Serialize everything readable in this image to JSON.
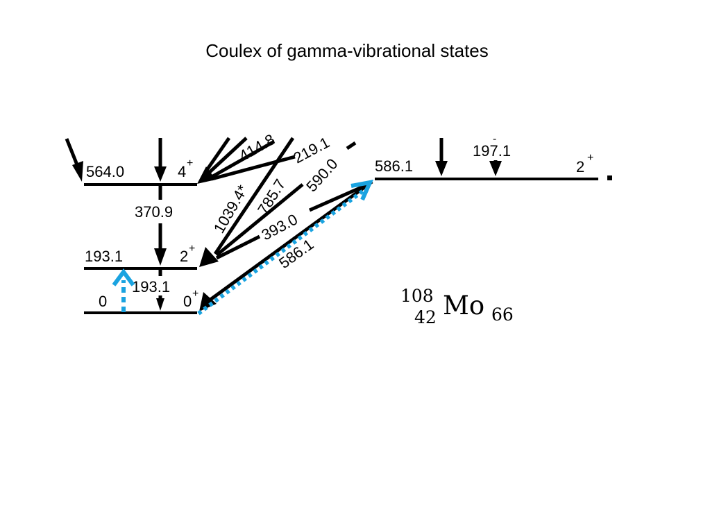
{
  "title": "Coulex of gamma-vibrational states",
  "nucleus": {
    "mass_number": "108",
    "atomic_number": "42",
    "symbol": "Mo",
    "neutron_number": "66"
  },
  "levels": {
    "gs_energy": "0",
    "gs_spin": "0",
    "gs_parity": "+",
    "l193_energy": "193.1",
    "l193_spin": "2",
    "l193_parity": "+",
    "l564_energy": "564.0",
    "l564_spin": "4",
    "l564_parity": "+",
    "l586_energy": "586.1",
    "l586_spin": "2",
    "l586_parity": "+"
  },
  "transitions": {
    "t370": "370.9",
    "t193": "193.1",
    "t414": "414.8",
    "t219": "219.1",
    "t1039": "1039.4*",
    "t785": "785.7",
    "t590": "590.0",
    "t393": "393.0",
    "t586": "586.1",
    "t197": "197.1"
  },
  "colors": {
    "excitation": "#1aa3e0",
    "scheme": "#000000"
  }
}
